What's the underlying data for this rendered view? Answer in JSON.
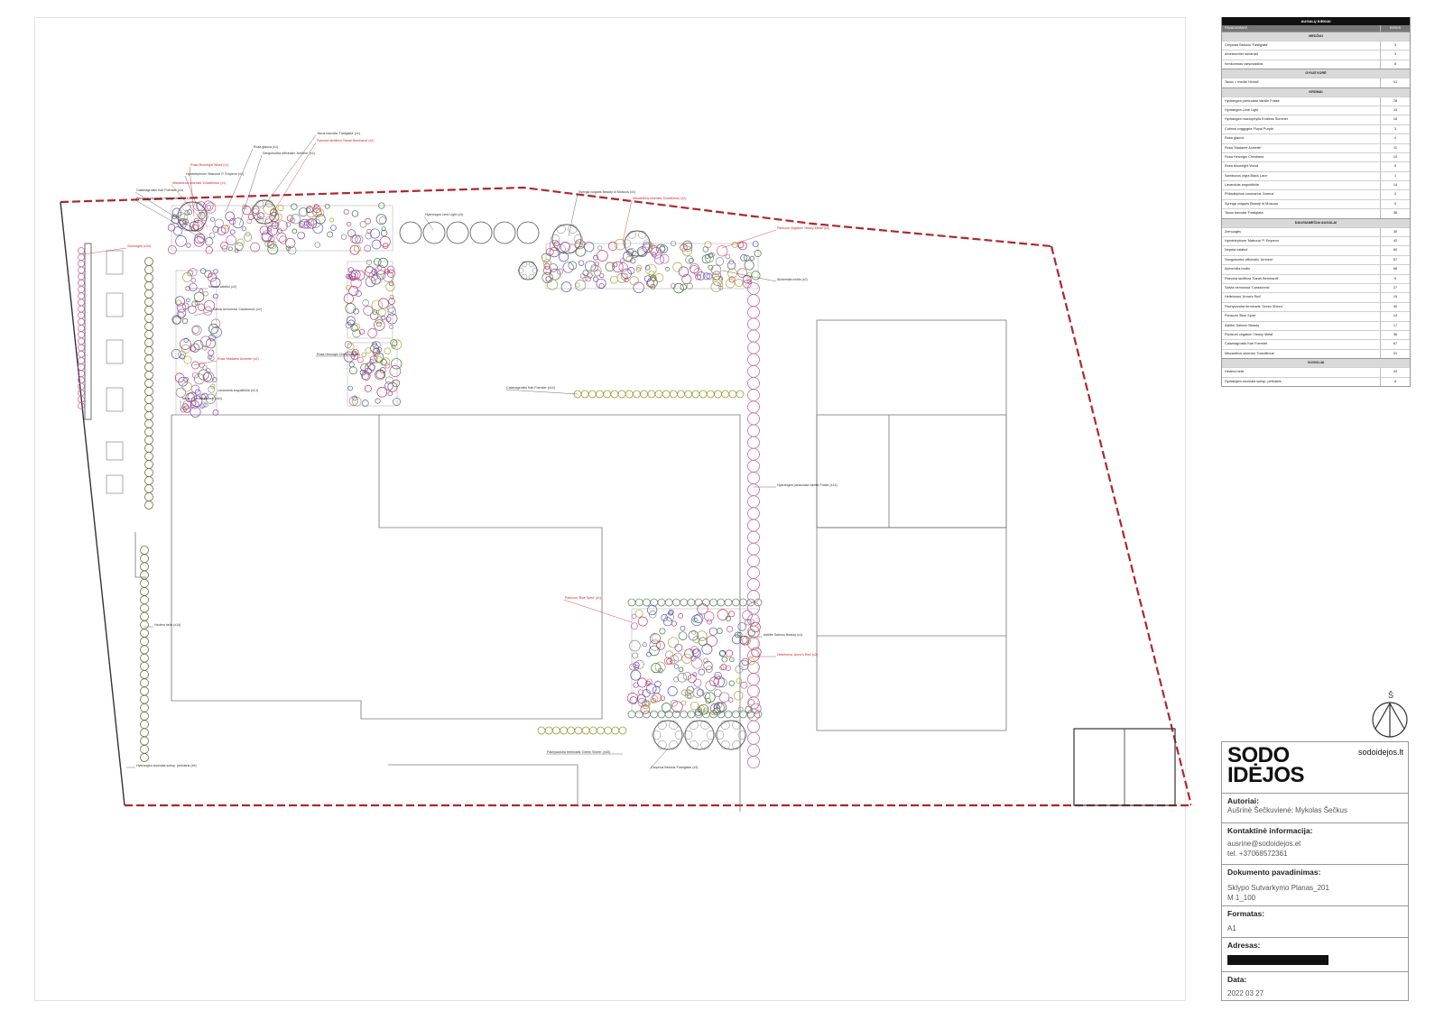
{
  "legend": {
    "title": "AUGALŲ KIEKIAI",
    "col_name": "PAVADINIMAS",
    "col_qty": "KIEKIS",
    "sections": [
      {
        "name": "MEDŽIAI",
        "rows": [
          {
            "name": "Cerjonas Betulus 'Fastigiata'",
            "qty": "3"
          },
          {
            "name": "Amelanchier lamarckii",
            "qty": "3"
          },
          {
            "name": "Kenkonmas varsoviadina",
            "qty": "8"
          }
        ]
      },
      {
        "name": "GYVATVORĖ",
        "rows": [
          {
            "name": "Taxus × media 'Hicksii'",
            "qty": "41"
          }
        ]
      },
      {
        "name": "KRŪMAI",
        "rows": [
          {
            "name": "Hydrangea paniculata Vanille Fraise",
            "qty": "28"
          },
          {
            "name": "Hydrangea Lime Light",
            "qty": "15"
          },
          {
            "name": "Hydrangea macrophylla Endless Summer",
            "qty": "16"
          },
          {
            "name": "Cotinus coggygria 'Royal Purple'",
            "qty": "3"
          },
          {
            "name": "Rosa glauca",
            "qty": "4"
          },
          {
            "name": "Rosa 'Madame Anisette'",
            "qty": "11"
          },
          {
            "name": "Rosa Herzogin Christiana",
            "qty": "10"
          },
          {
            "name": "Rosa Moonlight Wood",
            "qty": "9"
          },
          {
            "name": "Sambucus nigra Black Lace",
            "qty": "1"
          },
          {
            "name": "Lavandula angustifolia",
            "qty": "14"
          },
          {
            "name": "Philadelphus coronarius 'Aureus'",
            "qty": "3"
          },
          {
            "name": "Syringa vulgaris Beauty of Moscow",
            "qty": "3"
          },
          {
            "name": "Taxus baccata 'Fastigiata'",
            "qty": "38"
          }
        ]
      },
      {
        "name": "DAUGIAMEČIAI AUGALAI",
        "rows": [
          {
            "name": "Zemuogės",
            "qty": "30"
          },
          {
            "name": "Hylotelephium 'Matrona' P. Emperor",
            "qty": "42"
          },
          {
            "name": "Nepeta xaiaboi",
            "qty": "60"
          },
          {
            "name": "Sanguisorba officinalis 'Arnhem'",
            "qty": "57"
          },
          {
            "name": "Alchemilla mollis",
            "qty": "66"
          },
          {
            "name": "Paeonia lactiflora 'Sarah Bernhardt'",
            "qty": "9"
          },
          {
            "name": "Salvia nemorosa 'Caradonna'",
            "qty": "27"
          },
          {
            "name": "Helleborus 'Anna's Red'",
            "qty": "15"
          },
          {
            "name": "Pachysandra terminalis 'Green Sheen'",
            "qty": "40"
          },
          {
            "name": "Panicum 'Blue Spire'",
            "qty": "14"
          },
          {
            "name": "Astilbe Salmon Beauty",
            "qty": "17"
          },
          {
            "name": "Panicum virgatum 'Heavy Metal'",
            "qty": "36"
          },
          {
            "name": "Calamagrostis Karl Foerster",
            "qty": "67"
          },
          {
            "name": "Miscanthus sinensis 'Gracillimus'",
            "qty": "31"
          }
        ]
      },
      {
        "name": "VIJOKLIAI",
        "rows": [
          {
            "name": "Hedera helix",
            "qty": "43"
          },
          {
            "name": "Hydrangea anomala subsp. petiolaris",
            "qty": "6"
          }
        ]
      }
    ]
  },
  "plan": {
    "boundary_color": "#b0262c",
    "labels": [
      {
        "text": "Taxus baccata 'Fastigiata' (x1)",
        "red": false
      },
      {
        "text": "Paeonia lactiflora 'Sarah Bernhardt' (x2)",
        "red": true
      },
      {
        "text": "Rosa glauca (x1)",
        "red": false
      },
      {
        "text": "Sanguisorba officinalis 'Arnhem' (x1)",
        "red": false
      },
      {
        "text": "Rosa Moonlight Wood (x1)",
        "red": true
      },
      {
        "text": "Hylotelephium 'Matrona' P. Emperor (x1)",
        "red": false
      },
      {
        "text": "Miscanthus sinensis 'Gracillimus' (x1)",
        "red": true
      },
      {
        "text": "Calamagrostis Karl Foerster (x4)",
        "red": false
      },
      {
        "text": "Panicum virgatum 'Heavy Metal' (x3)",
        "red": false
      },
      {
        "text": "Zemuogės (x30)",
        "red": true
      },
      {
        "text": "Hydrangea Lime Light (x3)",
        "red": false
      },
      {
        "text": "Syringa vulgaris Beauty of Moscow (x1)",
        "red": false
      },
      {
        "text": "Miscanthus sinensis 'Gracillimus' (x2)",
        "red": true
      },
      {
        "text": "Panicum virgatum 'Heavy Metal' (x2)",
        "red": true
      },
      {
        "text": "Alchemilla mollis (x2)",
        "red": false
      },
      {
        "text": "Nepeta xaiaboi (x2)",
        "red": false
      },
      {
        "text": "Salvia nemorosa 'Caradonna' (x2)",
        "red": false
      },
      {
        "text": "Rosa 'Madame Anisette' (x2)",
        "red": true
      },
      {
        "text": "Rosa Herzogin Christiana (x1)",
        "red": false
      },
      {
        "text": "Lavandula angustifolia (x14)",
        "red": false
      },
      {
        "text": "Taxus × media 'Hicksii' (x41)",
        "red": false
      },
      {
        "text": "Calamagrostis Karl Foerster (x10)",
        "red": false
      },
      {
        "text": "Hydrangea paniculata Vanille Fraise (x14)",
        "red": false
      },
      {
        "text": "Hedera helix (x14)",
        "red": false
      },
      {
        "text": "Hydrangea anomala subsp. petiolaris (x6)",
        "red": false
      },
      {
        "text": "Pachysandra terminalis 'Green Sheen' (x40)",
        "red": false
      },
      {
        "text": "Carpinus Betulus 'Fastigiata' (x3)",
        "red": false
      },
      {
        "text": "Panicum 'Blue Spire' (x1)",
        "red": true
      },
      {
        "text": "Astilbe Salmon Beauty (x1)",
        "red": false
      },
      {
        "text": "Helleborus 'Anna's Red' (x2)",
        "red": true
      }
    ]
  },
  "titleblock": {
    "logo": "SODO\nIDĖJOS",
    "website": "sodoidejos.lt",
    "authors_label": "Autoriai:",
    "authors_value": "Aušrinė Šečkuvienė; Mykolas Šečkus",
    "contact_label": "Kontaktinė informacija:",
    "contact_email": "ausrine@sodoidejos.el",
    "contact_phone": "tel. +37068572361",
    "doc_label": "Dokumento pavadinimas:",
    "doc_name": "Sklypo Sutvarkymo Planas_201",
    "doc_scale": "M 1_100",
    "format_label": "Formatas:",
    "format_value": "A1",
    "address_label": "Adresas:",
    "date_label": "Data:",
    "date_value": "2022 03 27"
  },
  "north": {
    "letter": "Š"
  }
}
